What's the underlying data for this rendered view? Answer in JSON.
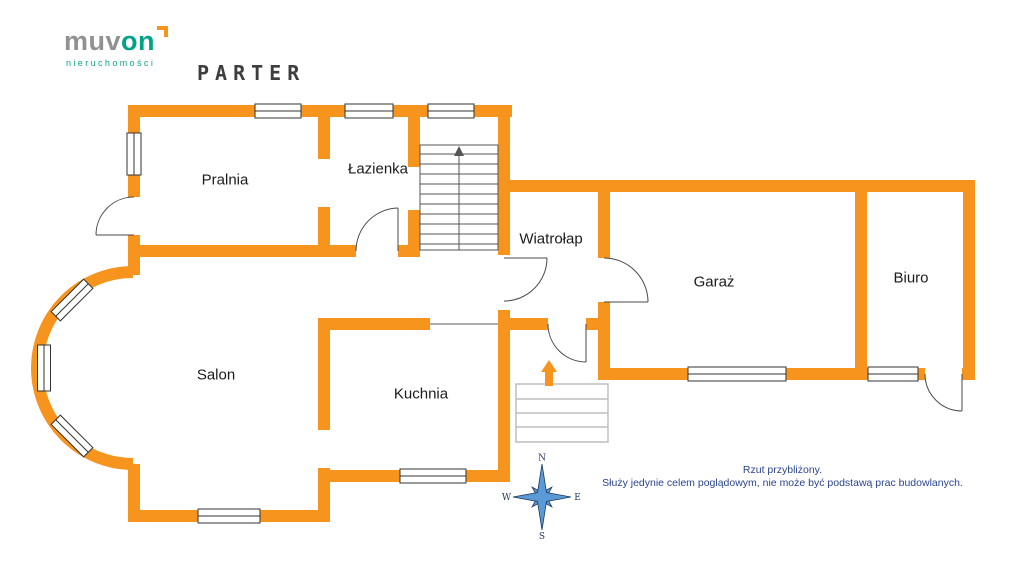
{
  "logo": {
    "part1": "muv",
    "part2": "on",
    "subtitle": "nieruchomości"
  },
  "title": "PARTER",
  "rooms": {
    "pralnia": {
      "label": "Pralnia"
    },
    "lazienka": {
      "label": "Łazienka"
    },
    "wiatrolap": {
      "label": "Wiatrołap"
    },
    "garaz": {
      "label": "Garaż"
    },
    "biuro": {
      "label": "Biuro"
    },
    "salon": {
      "label": "Salon"
    },
    "kuchnia": {
      "label": "Kuchnia"
    }
  },
  "compass": {
    "n": "N",
    "e": "E",
    "s": "S",
    "w": "W"
  },
  "disclaimer": {
    "line1": "Rzut przybliżony.",
    "line2": "Służy jedynie celem poglądowym, nie może być podstawą prac budowlanych."
  },
  "colors": {
    "wall_orange": "#F7941E",
    "logo_gray": "#8F9193",
    "logo_teal": "#00A38A",
    "compass_fill": "#5B9BD5",
    "compass_stroke": "#1F3864",
    "disclaimer_text": "#2B4490"
  }
}
